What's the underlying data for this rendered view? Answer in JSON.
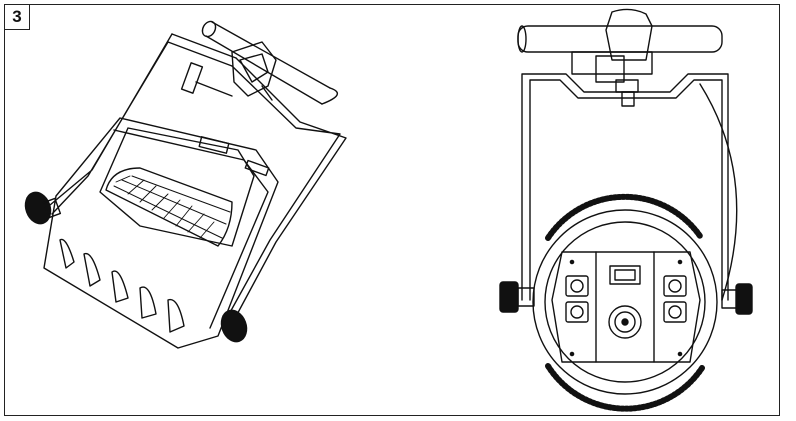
{
  "figure": {
    "step_number": "3",
    "views": [
      {
        "icon": "fixture-angled-view-illustration"
      },
      {
        "icon": "fixture-rear-view-illustration"
      }
    ]
  }
}
